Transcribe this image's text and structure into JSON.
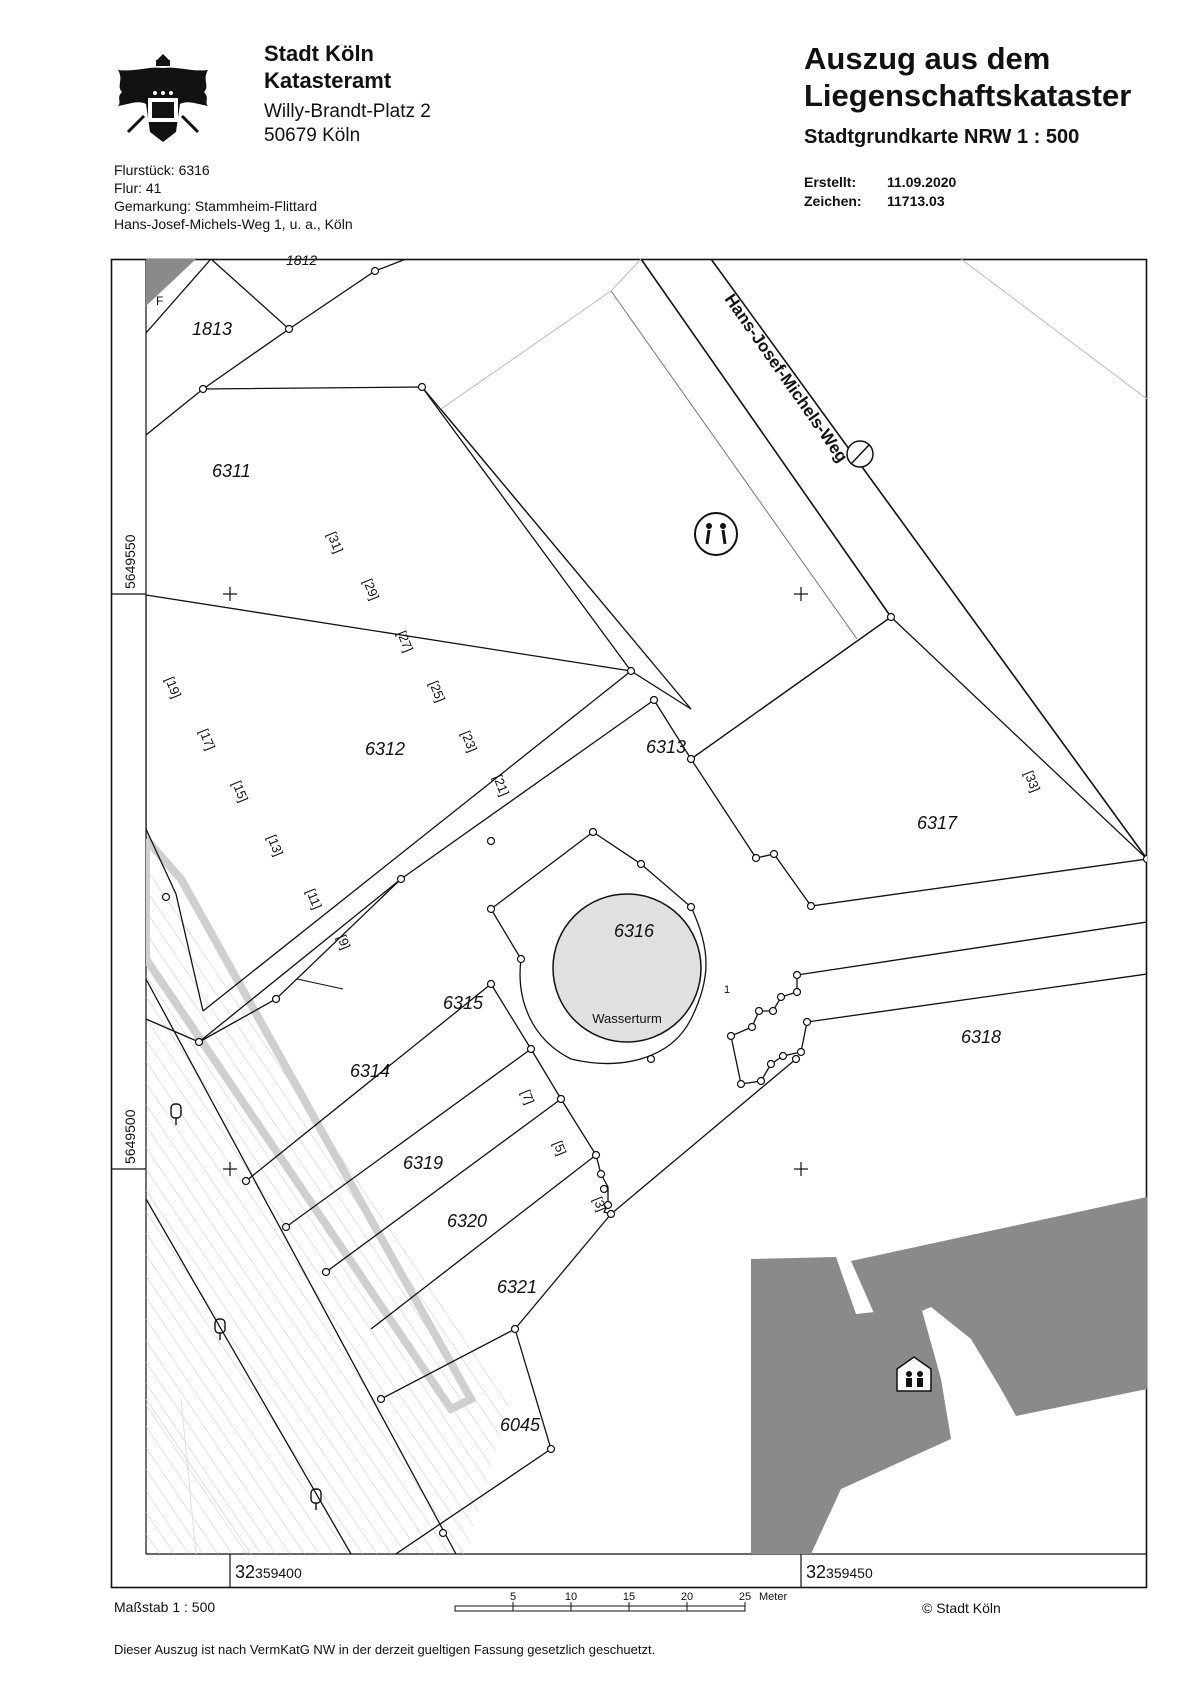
{
  "header": {
    "org_line1": "Stadt Köln",
    "org_line2": "Katasteramt",
    "address_line1": "Willy-Brandt-Platz 2",
    "address_line2": "50679 Köln",
    "title_line1": "Auszug aus dem",
    "title_line2": "Liegenschaftskataster",
    "subtitle": "Stadtgrundkarte NRW 1 : 500",
    "created_label": "Erstellt:",
    "created_value": "11.09.2020",
    "ref_label": "Zeichen:",
    "ref_value": "11713.03"
  },
  "parcel_info": {
    "flurstueck": "Flurstück: 6316",
    "flur": "Flur: 41",
    "gemarkung": "Gemarkung: Stammheim-Flittard",
    "address": "Hans-Josef-Michels-Weg 1, u. a., Köln"
  },
  "map": {
    "street_name": "Hans-Josef-Michels-Weg",
    "building_label": "Wasserturm",
    "parcels": [
      "1813",
      "6311",
      "6312",
      "6313",
      "6314",
      "6315",
      "6316",
      "6317",
      "6318",
      "6319",
      "6320",
      "6321",
      "6045"
    ],
    "partial_parcel": "1812",
    "house_numbers": [
      "[31]",
      "[29]",
      "[27]",
      "[25]",
      "[23]",
      "[21]",
      "[19]",
      "[17]",
      "[15]",
      "[13]",
      "[11]",
      "[9]",
      "[7]",
      "[5]",
      "[3]",
      "[33]"
    ],
    "misc_labels": [
      "F",
      "1"
    ],
    "coord_y_upper": "5649550",
    "coord_y_lower": "5649500",
    "coord_x_left_prefix": "32",
    "coord_x_left_rest": "359400",
    "coord_x_right_prefix": "32",
    "coord_x_right_rest": "359450",
    "colors": {
      "building": "#8a8a8a",
      "water_tower": "#e0e0e0",
      "road_edge": "#cfcfcf"
    },
    "icons": [
      "playground-icon",
      "school-icon",
      "tree-icon",
      "bus-stop-icon"
    ]
  },
  "footer": {
    "scale": "Maßstab 1 : 500",
    "scalebar_ticks": [
      "5",
      "10",
      "15",
      "20",
      "25"
    ],
    "scalebar_unit": "Meter",
    "copyright": "© Stadt Köln",
    "legal_note": "Dieser Auszug ist nach VermKatG NW in der derzeit gueltigen Fassung gesetzlich geschuetzt."
  }
}
